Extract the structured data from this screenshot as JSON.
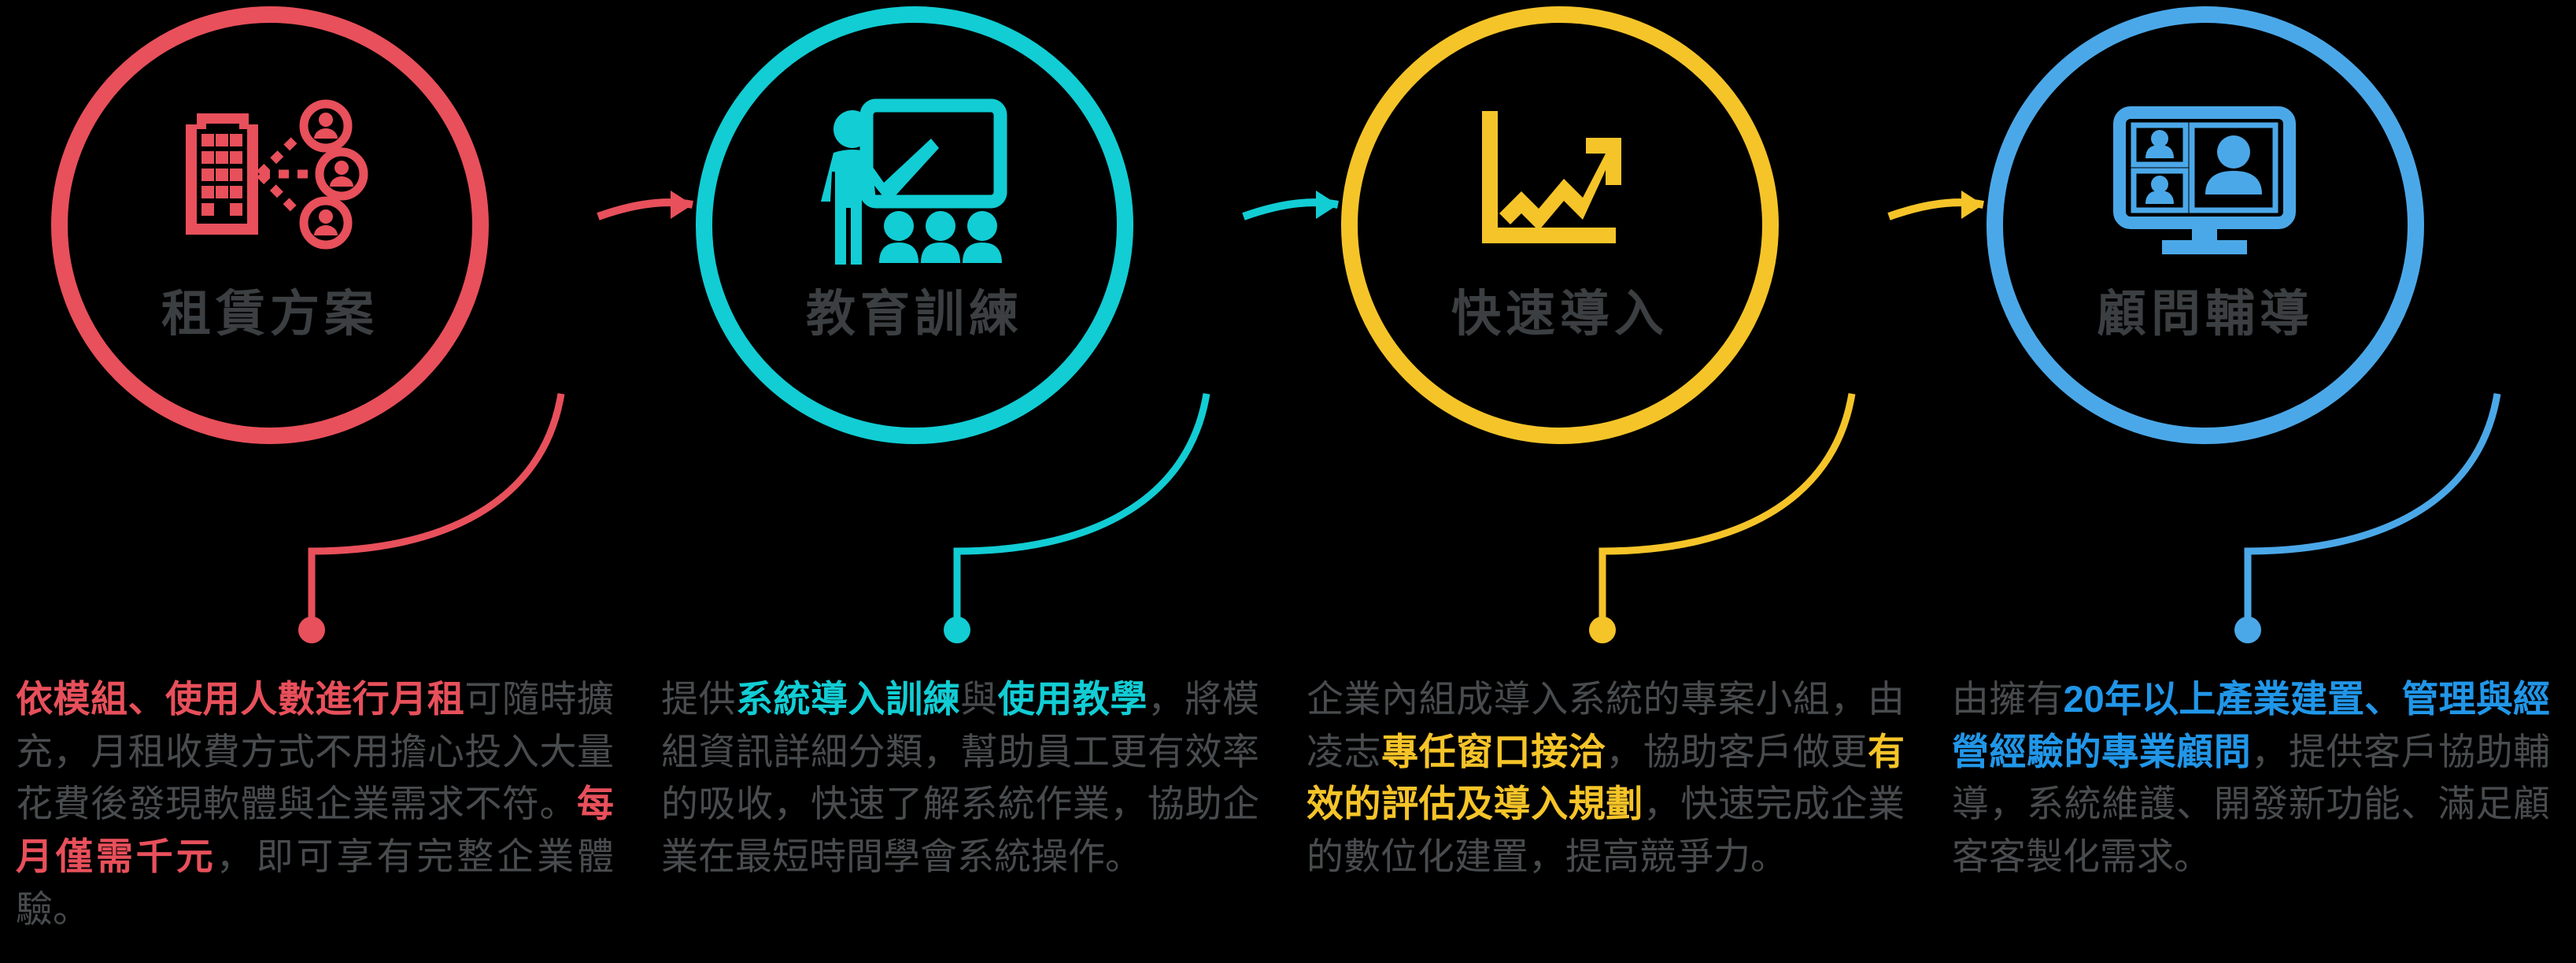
{
  "palette": {
    "background": "#000000",
    "step1": "#E8505B",
    "step2": "#12CDD4",
    "step3": "#F5C429",
    "step4": "#4BA8E8",
    "body_text": "#494c4e",
    "label_text": "#3c3f41"
  },
  "steps": [
    {
      "id": "step-1",
      "label": "租賃方案",
      "color": "#E8505B",
      "icon": "building-network-icon",
      "body": [
        {
          "text": "依模組、使用人數進行月租",
          "highlight": true
        },
        {
          "text": "可隨時擴充，月租收費方式不用擔心投入大量花費後發現軟體與企業需求不符。",
          "highlight": false
        },
        {
          "text": "每月僅需千元",
          "highlight": true
        },
        {
          "text": "，即可享有完整企業體驗。",
          "highlight": false
        }
      ]
    },
    {
      "id": "step-2",
      "label": "教育訓練",
      "color": "#12CDD4",
      "icon": "training-classroom-icon",
      "body": [
        {
          "text": "提供",
          "highlight": false
        },
        {
          "text": "系統導入訓練",
          "highlight": true
        },
        {
          "text": "與",
          "highlight": false
        },
        {
          "text": "使用教學",
          "highlight": true
        },
        {
          "text": "，將模組資訊詳細分類，幫助員工更有效率的吸收，快速了解系統作業，協助企業在最短時間學會系統操作。",
          "highlight": false
        }
      ]
    },
    {
      "id": "step-3",
      "label": "快速導入",
      "color": "#F5C429",
      "icon": "growth-chart-icon",
      "body": [
        {
          "text": "企業內組成導入系統的專案小組，由凌志",
          "highlight": false
        },
        {
          "text": "專任窗口接洽",
          "highlight": true
        },
        {
          "text": "，協助客戶做更",
          "highlight": false
        },
        {
          "text": "有效的評估及導入規劃",
          "highlight": true
        },
        {
          "text": "，快速完成企業的數位化建置，提高競爭力。",
          "highlight": false
        }
      ]
    },
    {
      "id": "step-4",
      "label": "顧問輔導",
      "color": "#4BA8E8",
      "icon": "video-conference-icon",
      "body": [
        {
          "text": "由擁有",
          "highlight": false
        },
        {
          "text": "20年以上產業建置、管理與經營經驗的專業顧問",
          "highlight": true
        },
        {
          "text": "，提供客戶協助輔導，系統維護、開發新功能、滿足顧客客製化需求。",
          "highlight": false
        }
      ]
    }
  ]
}
